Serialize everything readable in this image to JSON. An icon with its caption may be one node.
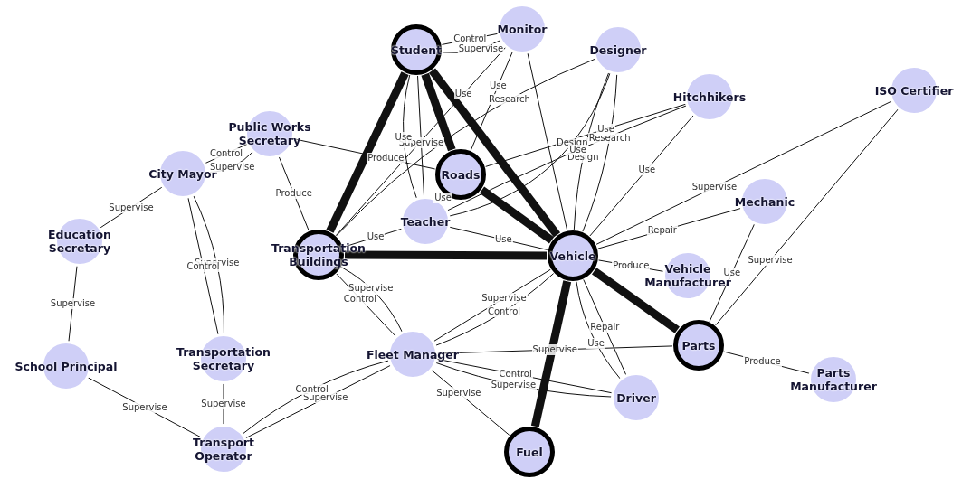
{
  "diagram": {
    "nodes": [
      {
        "text": [
          "Student"
        ]
      },
      {
        "text": [
          "Monitor"
        ]
      },
      {
        "text": [
          "Designer"
        ]
      },
      {
        "text": [
          "Hitchhikers"
        ]
      },
      {
        "text": [
          "ISO Certifier"
        ]
      },
      {
        "text": [
          "Public Works Secretary"
        ]
      },
      {
        "text": [
          "City Mayor"
        ]
      },
      {
        "text": [
          "Roads"
        ]
      },
      {
        "text": [
          "Teacher"
        ]
      },
      {
        "text": [
          "Mechanic"
        ]
      },
      {
        "text": [
          "Education Secretary"
        ]
      },
      {
        "text": [
          "Transportation Buildings"
        ]
      },
      {
        "text": [
          "Vehicle"
        ]
      },
      {
        "text": [
          "Vehicle Manufacturer"
        ]
      },
      {
        "text": [
          "Parts"
        ]
      },
      {
        "text": [
          "School Principal"
        ]
      },
      {
        "text": [
          "Transportation Secretary"
        ]
      },
      {
        "text": [
          "Fleet Manager"
        ]
      },
      {
        "text": [
          "Driver"
        ]
      },
      {
        "text": [
          "Parts Manufacturer"
        ]
      },
      {
        "text": [
          "Transport Operator"
        ]
      },
      {
        "text": [
          "Fuel"
        ]
      }
    ],
    "edges": [
      {
        "from": 0,
        "to": 11,
        "arrow": "none",
        "style": "thick"
      },
      {
        "from": 0,
        "to": 7,
        "arrow": "none",
        "style": "thick"
      },
      {
        "from": 0,
        "to": 12,
        "arrow": "none",
        "style": "thick"
      },
      {
        "from": 7,
        "to": 12,
        "arrow": "none",
        "style": "thick"
      },
      {
        "from": 11,
        "to": 12,
        "arrow": "none",
        "style": "thick"
      },
      {
        "from": 12,
        "to": 14,
        "arrow": "none",
        "style": "thick"
      },
      {
        "from": 12,
        "to": 21,
        "arrow": "none",
        "style": "thick"
      },
      {
        "from": 0,
        "to": 1,
        "arrow": "none",
        "label": "Control"
      },
      {
        "from": 1,
        "to": 0,
        "arrow": "none",
        "label": "Supervise"
      },
      {
        "from": 1,
        "to": 11,
        "arrow": "none",
        "label": "Use"
      },
      {
        "from": 1,
        "to": 7,
        "arrow": "none",
        "label": "Use"
      },
      {
        "from": 1,
        "to": 12,
        "arrow": "none"
      },
      {
        "from": 2,
        "to": 8,
        "arrow": "none",
        "label": "Design"
      },
      {
        "from": 2,
        "to": 11,
        "arrow": "none",
        "label": "Research"
      },
      {
        "from": 3,
        "to": 7,
        "arrow": "none",
        "label": "Use"
      },
      {
        "from": 2,
        "to": 12,
        "arrow": "none",
        "label": "Design"
      },
      {
        "from": 3,
        "to": 8,
        "arrow": "none",
        "label": "Use"
      },
      {
        "from": 2,
        "to": 12,
        "arrow": "none",
        "label": "Research"
      },
      {
        "from": 3,
        "to": 12,
        "arrow": "none",
        "label": "Use"
      },
      {
        "from": 0,
        "to": 8,
        "arrow": "none",
        "label": "Supervise"
      },
      {
        "from": 0,
        "to": 8,
        "arrow": "none",
        "label": "Use"
      },
      {
        "from": 5,
        "to": 7,
        "arrow": "none",
        "label": "Produce"
      },
      {
        "from": 5,
        "to": 11,
        "arrow": "none",
        "label": "Produce"
      },
      {
        "from": 6,
        "to": 5,
        "arrow": "none",
        "label": "Control"
      },
      {
        "from": 6,
        "to": 5,
        "arrow": "none",
        "label": "Supervise"
      },
      {
        "from": 6,
        "to": 10,
        "arrow": "none",
        "label": "Supervise"
      },
      {
        "from": 6,
        "to": 16,
        "arrow": "none",
        "label": "Supervise"
      },
      {
        "from": 6,
        "to": 16,
        "arrow": "none",
        "label": "Control"
      },
      {
        "from": 10,
        "to": 15,
        "arrow": "none",
        "label": "Supervise"
      },
      {
        "from": 15,
        "to": 20,
        "arrow": "none",
        "label": "Supervise"
      },
      {
        "from": 16,
        "to": 20,
        "arrow": "none",
        "label": "Supervise"
      },
      {
        "from": 17,
        "to": 20,
        "arrow": "none",
        "label": "Supervise"
      },
      {
        "from": 17,
        "to": 20,
        "arrow": "none",
        "label": "Control"
      },
      {
        "from": 11,
        "to": 17,
        "arrow": "none",
        "label": "Supervise"
      },
      {
        "from": 11,
        "to": 17,
        "arrow": "none",
        "label": "Control"
      },
      {
        "from": 17,
        "to": 12,
        "arrow": "none",
        "label": "Supervise"
      },
      {
        "from": 17,
        "to": 12,
        "arrow": "none",
        "label": "Control"
      },
      {
        "from": 17,
        "to": 14,
        "arrow": "none",
        "label": "Supervise"
      },
      {
        "from": 17,
        "to": 18,
        "arrow": "none",
        "label": "Control"
      },
      {
        "from": 17,
        "to": 18,
        "arrow": "none",
        "label": "Supervise"
      },
      {
        "from": 17,
        "to": 21,
        "arrow": "none",
        "label": "Supervise"
      },
      {
        "from": 12,
        "to": 18,
        "arrow": "none",
        "label": "Repair"
      },
      {
        "from": 12,
        "to": 18,
        "arrow": "none",
        "label": "Use"
      },
      {
        "from": 9,
        "to": 12,
        "arrow": "none",
        "label": "Repair"
      },
      {
        "from": 9,
        "to": 14,
        "arrow": "none",
        "label": "Use"
      },
      {
        "from": 4,
        "to": 12,
        "arrow": "none",
        "label": "Supervise"
      },
      {
        "from": 4,
        "to": 14,
        "arrow": "none",
        "label": "Supervise"
      },
      {
        "from": 13,
        "to": 12,
        "arrow": "none",
        "label": "Produce"
      },
      {
        "from": 14,
        "to": 19,
        "arrow": "none",
        "label": "Produce"
      },
      {
        "from": 8,
        "to": 12,
        "arrow": "none",
        "label": "Use"
      },
      {
        "from": 8,
        "to": 11,
        "arrow": "none",
        "label": "Use"
      },
      {
        "from": 7,
        "to": 8,
        "arrow": "none",
        "label": "Use"
      }
    ]
  }
}
